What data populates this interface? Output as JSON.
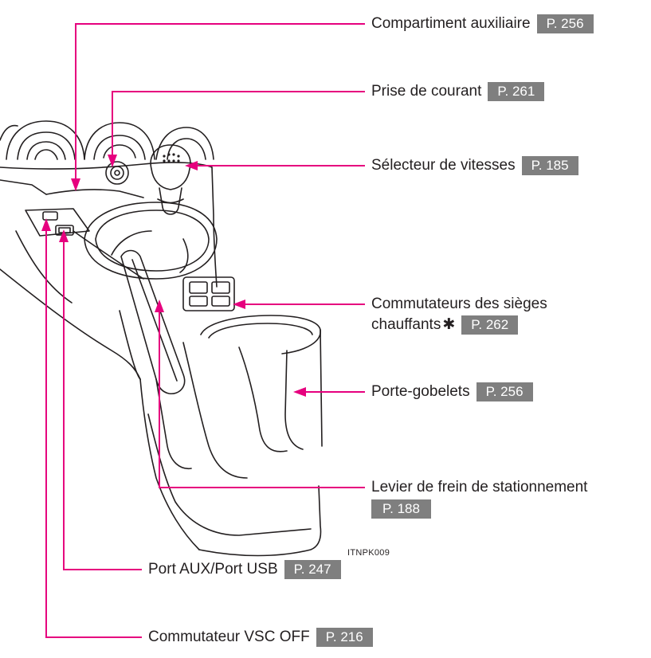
{
  "colors": {
    "leader_line": "#e6007e",
    "page_ref_bg": "#7f7f7f",
    "text": "#231f20",
    "drawing": "#231f20"
  },
  "callouts": [
    {
      "label": "Compartiment auxiliaire",
      "page": "P. 256"
    },
    {
      "label": "Prise de courant",
      "page": "P. 261"
    },
    {
      "label": "Sélecteur de vitesses",
      "page": "P. 185"
    },
    {
      "label_line1": "Commutateurs des sièges",
      "label_line2": "chauffants",
      "marker": "✱",
      "page": "P. 262"
    },
    {
      "label": "Porte-gobelets",
      "page": "P. 256"
    },
    {
      "label": "Levier de frein de stationnement",
      "page": "P. 188"
    },
    {
      "label": "Port AUX/Port USB",
      "page": "P. 247"
    },
    {
      "label": "Commutateur VSC OFF",
      "page": "P. 216"
    }
  ],
  "figure_code": "ITNPK009"
}
